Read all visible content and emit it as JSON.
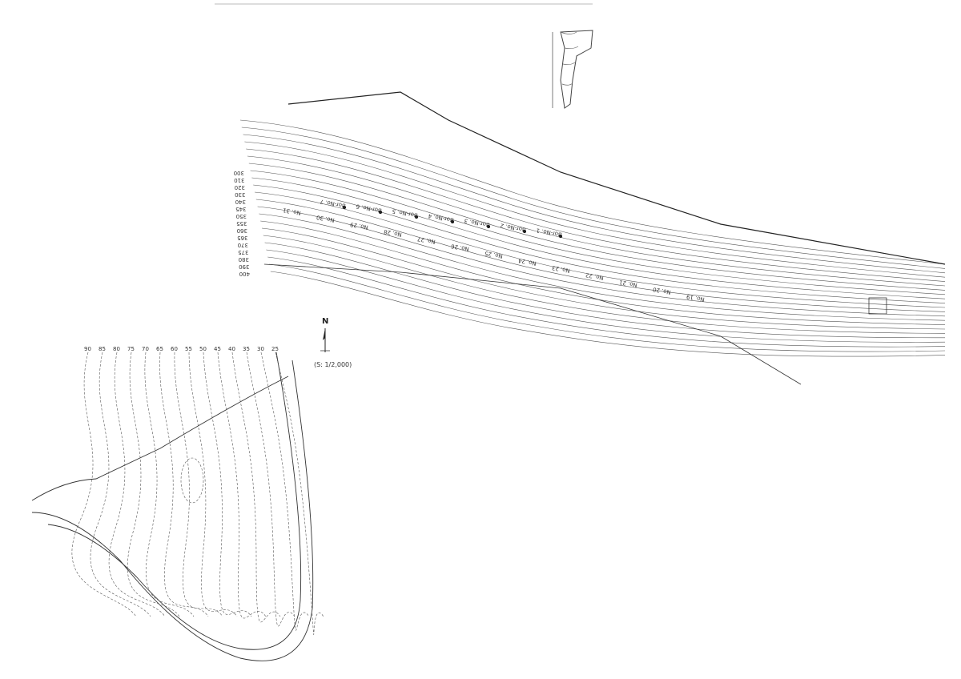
{
  "document": {
    "north_label": "N",
    "scale_label": "(S: 1/2,000)"
  },
  "upper_map": {
    "stations": [
      "No. 19",
      "No. 20",
      "No. 21",
      "No. 22",
      "No. 23",
      "No. 24",
      "No. 25",
      "No. 26",
      "No. 27",
      "No. 28",
      "No. 29",
      "No. 30",
      "No. 31"
    ],
    "boreholes": [
      "Bor-No. 1",
      "Bor-No. 2",
      "Bor-No. 3",
      "Bor-No. 4",
      "Bor-No. 5",
      "Bor-No. 6",
      "Bor-No. 7"
    ],
    "elevations": [
      "300",
      "310",
      "320",
      "330",
      "340",
      "345",
      "350",
      "355",
      "360",
      "365",
      "370",
      "375",
      "380",
      "390",
      "400"
    ]
  },
  "lower_map": {
    "elevations": [
      "90",
      "85",
      "80",
      "75",
      "70",
      "65",
      "60",
      "55",
      "50",
      "45",
      "40",
      "35",
      "30",
      "25"
    ]
  }
}
